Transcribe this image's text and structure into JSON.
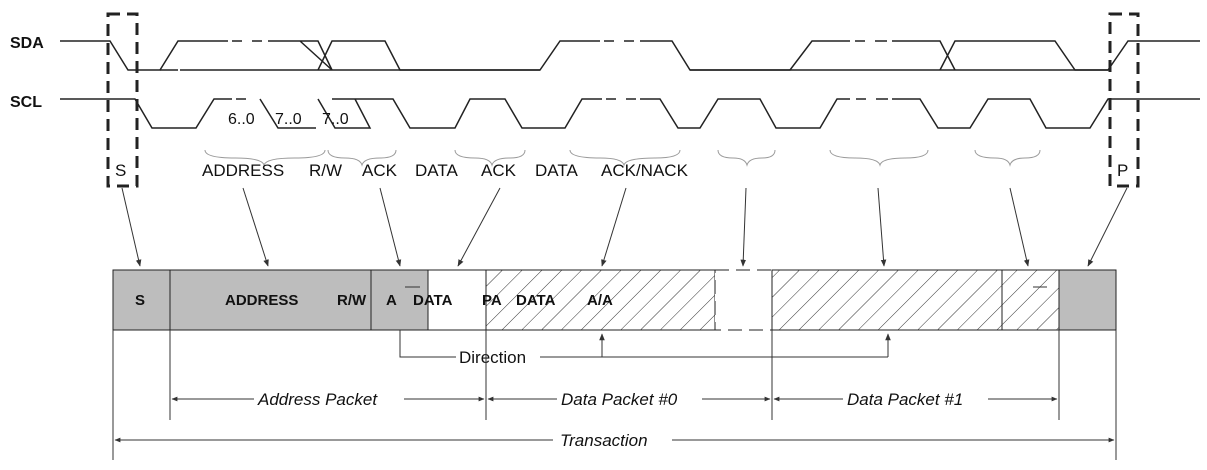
{
  "signals": {
    "sda": "SDA",
    "scl": "SCL"
  },
  "bit_labels": [
    "6..0",
    "7..0",
    "7..0"
  ],
  "field_labels": {
    "s": "S",
    "address": "ADDRESS",
    "rw": "R/W",
    "ack1": "ACK",
    "data1": "DATA",
    "ack2": "ACK",
    "data2": "DATA",
    "acknack": "ACK/NACK",
    "p": "P"
  },
  "frame": {
    "s": "S",
    "address": "ADDRESS",
    "rw": "R/W",
    "a": "A",
    "data": "DATA",
    "pa": "PA",
    "data2": "DATA",
    "aa": "A/A"
  },
  "direction": "Direction",
  "spans": {
    "address_packet": "Address Packet",
    "data_packet_0": "Data Packet #0",
    "data_packet_1": "Data Packet #1",
    "transaction": "Transaction"
  },
  "colors": {
    "host_fill": "#bdbdbd",
    "line": "#222222",
    "hatch": "#333333"
  }
}
